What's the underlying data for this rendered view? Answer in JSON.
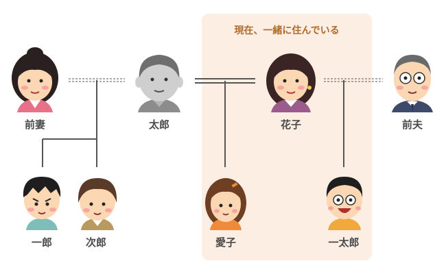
{
  "household": {
    "caption": "現在、一緒に住んでいる"
  },
  "people": {
    "ex_wife": {
      "name": "前妻"
    },
    "taro": {
      "name": "太郎"
    },
    "hanako": {
      "name": "花子"
    },
    "ex_husband": {
      "name": "前夫"
    },
    "ichiro": {
      "name": "一郎"
    },
    "jiro": {
      "name": "次郎"
    },
    "aiko": {
      "name": "愛子"
    },
    "ichitaro": {
      "name": "一太郎"
    }
  },
  "colors": {
    "household_bg": "#fdeee4",
    "caption": "#b06a2a",
    "line": "#555555",
    "skin": "#fcd7b4",
    "cheek": "#f7a5a0",
    "deceased_gray": "#9a9a9a"
  },
  "icons": [
    "ex-wife-portrait",
    "taro-portrait-gray",
    "hanako-portrait",
    "ex-husband-portrait",
    "ichiro-portrait",
    "jiro-portrait",
    "aiko-portrait",
    "ichitaro-portrait"
  ]
}
